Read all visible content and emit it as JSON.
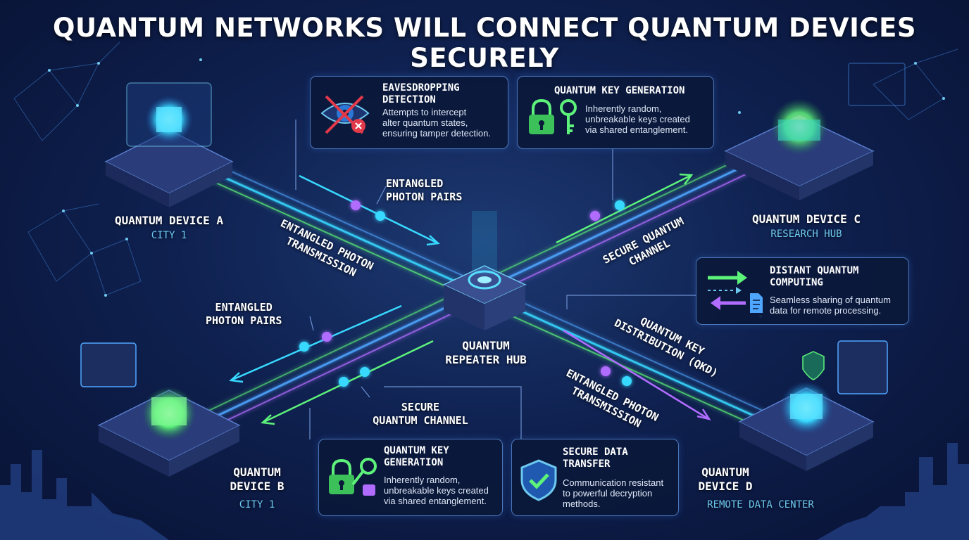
{
  "title": "QUANTUM NETWORKS WILL CONNECT QUANTUM DEVICES SECURELY",
  "devices": {
    "a": {
      "name": "QUANTUM DEVICE A",
      "location": "CITY 1"
    },
    "b": {
      "name_line1": "QUANTUM",
      "name_line2": "DEVICE B",
      "location": "CITY 1"
    },
    "c": {
      "name": "QUANTUM DEVICE C",
      "location": "RESEARCH HUB"
    },
    "d": {
      "name_line1": "QUANTUM",
      "name_line2": "DEVICE D",
      "location": "REMOTE DATA CENTER"
    },
    "hub": {
      "name_line1": "QUANTUM",
      "name_line2": "REPEATER HUB"
    }
  },
  "link_labels": {
    "entangled_pairs_top": {
      "line1": "ENTANGLED",
      "line2": "PHOTON PAIRS"
    },
    "entangled_pairs_left": {
      "line1": "ENTANGLED",
      "line2": "PHOTON PAIRS"
    },
    "transmission_a": {
      "line1": "ENTANGLED PHOTON",
      "line2": "TRANSMISSION"
    },
    "secure_channel_c": {
      "line1": "SECURE QUANTUM",
      "line2": "CHANNEL"
    },
    "qkd": {
      "line1": "QUANTUM KEY",
      "line2": "DISTRIBUTION (QKD)"
    },
    "transmission_d": {
      "line1": "ENTANGLED PHOTON",
      "line2": "TRANSMISSION"
    },
    "secure_channel_b": {
      "line1": "SECURE",
      "line2": "QUANTUM CHANNEL"
    }
  },
  "cards": {
    "eavesdropping": {
      "title_line1": "EAVESDROPPING",
      "title_line2": "DETECTION",
      "body_line1": "Attempts to intercept",
      "body_line2": "alter quantum states,",
      "body_line3": "ensuring tamper detection.",
      "icon": "crossed-eye-icon"
    },
    "key_gen_top": {
      "title": "QUANTUM KEY GENERATION",
      "body_line1": "Inherently random,",
      "body_line2": "unbreakable keys created",
      "body_line3": "via shared entanglement.",
      "icon": "lock-key-icon"
    },
    "distant_computing": {
      "title_line1": "DISTANT QUANTUM",
      "title_line2": "COMPUTING",
      "body_line1": "Seamless sharing of quantum",
      "body_line2": "data for remote processing.",
      "icon": "data-exchange-icon"
    },
    "key_gen_bottom": {
      "title_line1": "QUANTUM KEY",
      "title_line2": "GENERATION",
      "body_line1": "Inherently random,",
      "body_line2": "unbreakable keys created",
      "body_line3": "via shared entanglement.",
      "icon": "lock-key-icon"
    },
    "secure_transfer": {
      "title_line1": "SECURE DATA",
      "title_line2": "TRANSFER",
      "body_line1": "Communication resistant",
      "body_line2": "to powerful decryption",
      "body_line3": "methods.",
      "icon": "shield-check-icon"
    }
  },
  "colors": {
    "green": "#5df27a",
    "cyan": "#38d9ff",
    "purple": "#b06cff",
    "blue_beam": "#4fa6ff",
    "panel_border": "#4a75b8"
  }
}
